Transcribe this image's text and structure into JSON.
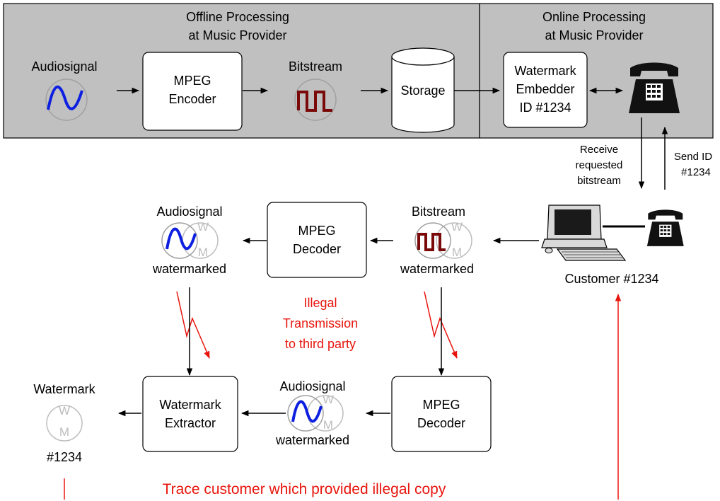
{
  "colors": {
    "panel_bg": "#c0c0c0",
    "red_accent": "#e8150d",
    "audio_wave": "#0d1fe0",
    "bitstream_wave": "#7a0a0a",
    "watermark_grey": "#bdbdbd"
  },
  "offline_panel": {
    "title_line1": "Offline Processing",
    "title_line2": "at Music Provider",
    "audiosignal_label": "Audiosignal",
    "encoder_line1": "MPEG",
    "encoder_line2": "Encoder",
    "bitstream_label": "Bitstream",
    "storage_label": "Storage"
  },
  "online_panel": {
    "title_line1": "Online Processing",
    "title_line2": "at Music Provider",
    "embedder_line1": "Watermark",
    "embedder_line2": "Embedder",
    "embedder_line3": "ID #1234"
  },
  "links": {
    "receive_line1": "Receive",
    "receive_line2": "requested",
    "receive_line3": "bitstream",
    "send_line1": "Send ID",
    "send_line2": "#1234"
  },
  "customer": {
    "label": "Customer #1234"
  },
  "middle_row": {
    "audiosignal_label": "Audiosignal",
    "audiosignal_sub": "watermarked",
    "decoder_line1": "MPEG",
    "decoder_line2": "Decoder",
    "bitstream_label": "Bitstream",
    "bitstream_sub": "watermarked"
  },
  "illegal": {
    "line1": "Illegal",
    "line2": "Transmission",
    "line3": "to third party"
  },
  "bottom_row": {
    "watermark_label": "Watermark",
    "watermark_id": "#1234",
    "extractor_line1": "Watermark",
    "extractor_line2": "Extractor",
    "audiosignal_label": "Audiosignal",
    "audiosignal_sub": "watermarked",
    "decoder_line1": "MPEG",
    "decoder_line2": "Decoder"
  },
  "wm_glyphs": {
    "top": "W",
    "bottom": "M"
  },
  "trace_text": "Trace customer which provided illegal copy",
  "icons": {
    "audio": "sine-wave-icon",
    "bitstream": "square-wave-icon",
    "watermark": "watermark-wm-icon",
    "telephone": "telephone-icon",
    "computer": "computer-icon"
  }
}
